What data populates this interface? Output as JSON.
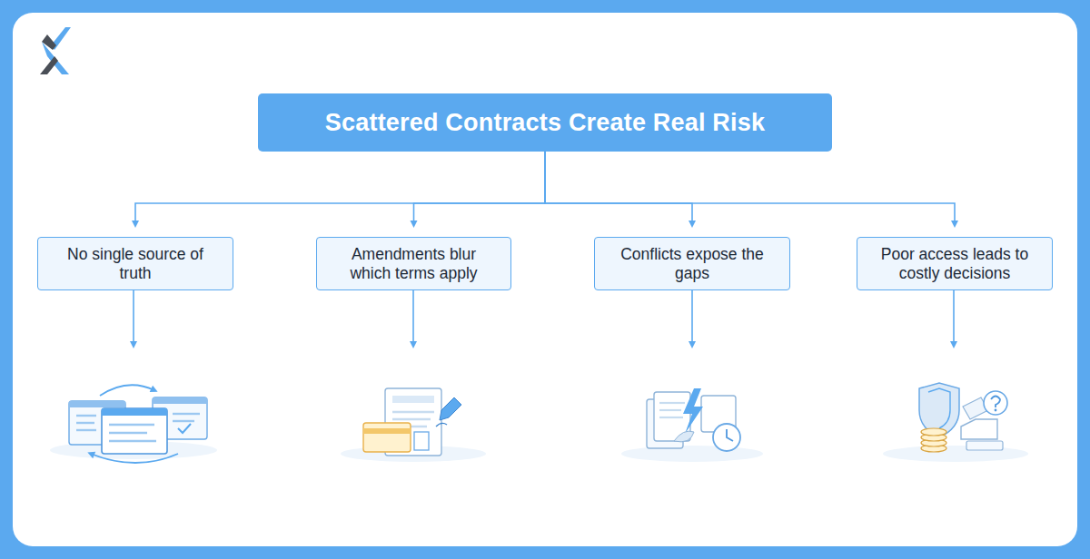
{
  "diagram": {
    "nodes": [
      {
        "text": [
          "Scattered Contracts Create Real Risk"
        ]
      },
      {
        "text": [
          "No single source of truth"
        ]
      },
      {
        "text": [
          "Amendments blur which terms apply"
        ]
      },
      {
        "text": [
          "Conflicts expose the gaps"
        ]
      },
      {
        "text": [
          "Poor access leads to costly decisions"
        ]
      }
    ],
    "edges": [
      {
        "from": 0,
        "to": 1,
        "arrow": "to"
      },
      {
        "from": 0,
        "to": 2,
        "arrow": "to"
      },
      {
        "from": 0,
        "to": 3,
        "arrow": "to"
      },
      {
        "from": 0,
        "to": 4,
        "arrow": "to"
      }
    ]
  }
}
